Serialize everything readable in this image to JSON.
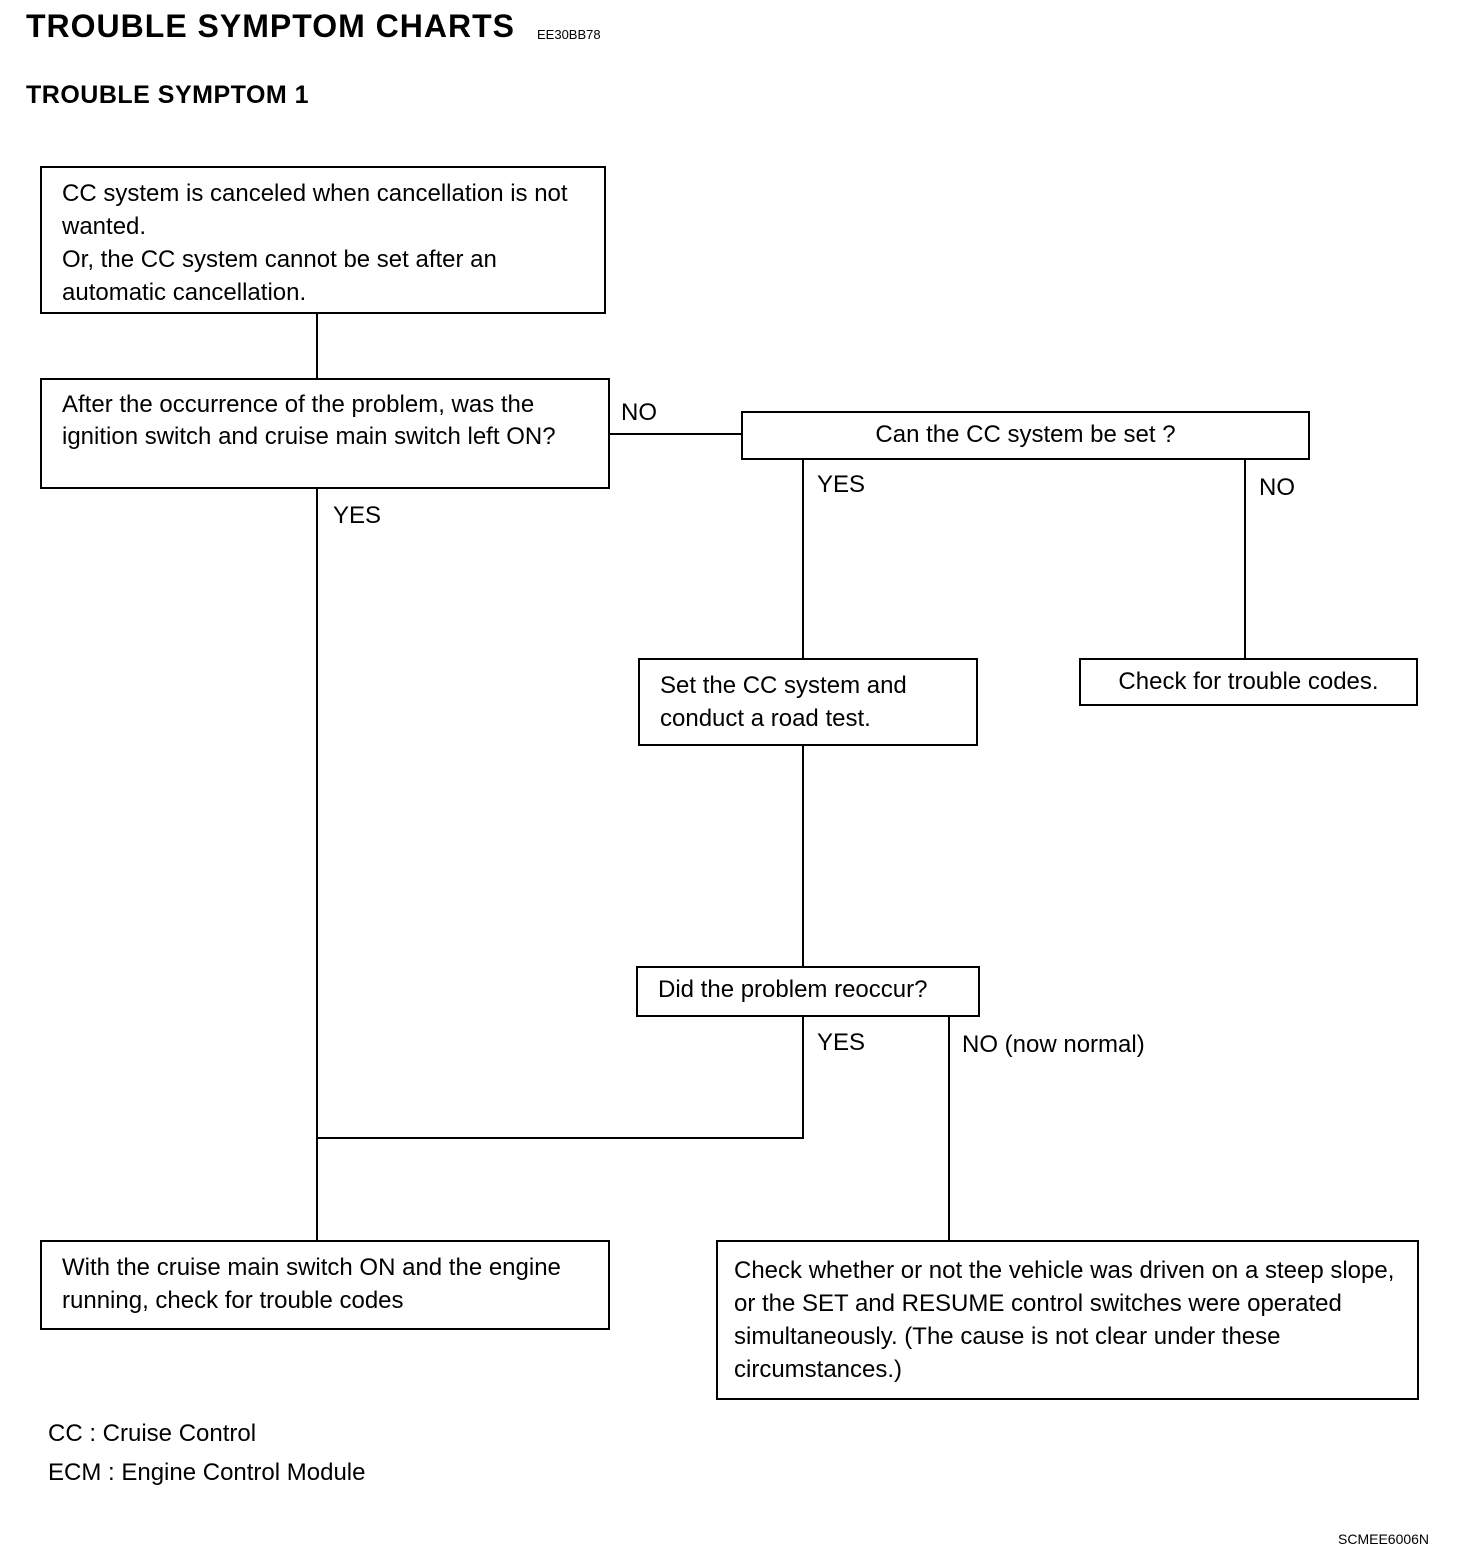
{
  "header": {
    "title": "TROUBLE SYMPTOM CHARTS",
    "code": "EE30BB78",
    "section": "TROUBLE SYMPTOM 1"
  },
  "flowchart": {
    "boxes": {
      "start": "CC system is canceled when cancellation is not wanted.\nOr, the CC system cannot be set after an automatic cancellation.",
      "q_switch_left_on": "After the occurrence of the problem, was the ignition switch and cruise main switch left ON?",
      "q_can_set": "Can the CC system be set ?",
      "set_and_test": "Set the CC system and conduct a road test.",
      "check_codes": "Check for trouble codes.",
      "q_reoccur": "Did the problem reoccur?",
      "check_codes_running": "With the cruise main switch ON and the engine running, check for trouble codes",
      "check_slope": "Check whether or not the vehicle was driven on a steep slope, or the SET and RESUME control switches were operated simultaneously. (The cause is not clear under these circumstances.)"
    },
    "labels": {
      "switch_no": "NO",
      "switch_yes": "YES",
      "set_yes": "YES",
      "set_no": "NO",
      "reoccur_yes": "YES",
      "reoccur_no": "NO (now normal)"
    }
  },
  "legend": {
    "cc": "CC : Cruise Control",
    "ecm": "ECM : Engine Control Module"
  },
  "figure_id": "SCMEE6006N"
}
